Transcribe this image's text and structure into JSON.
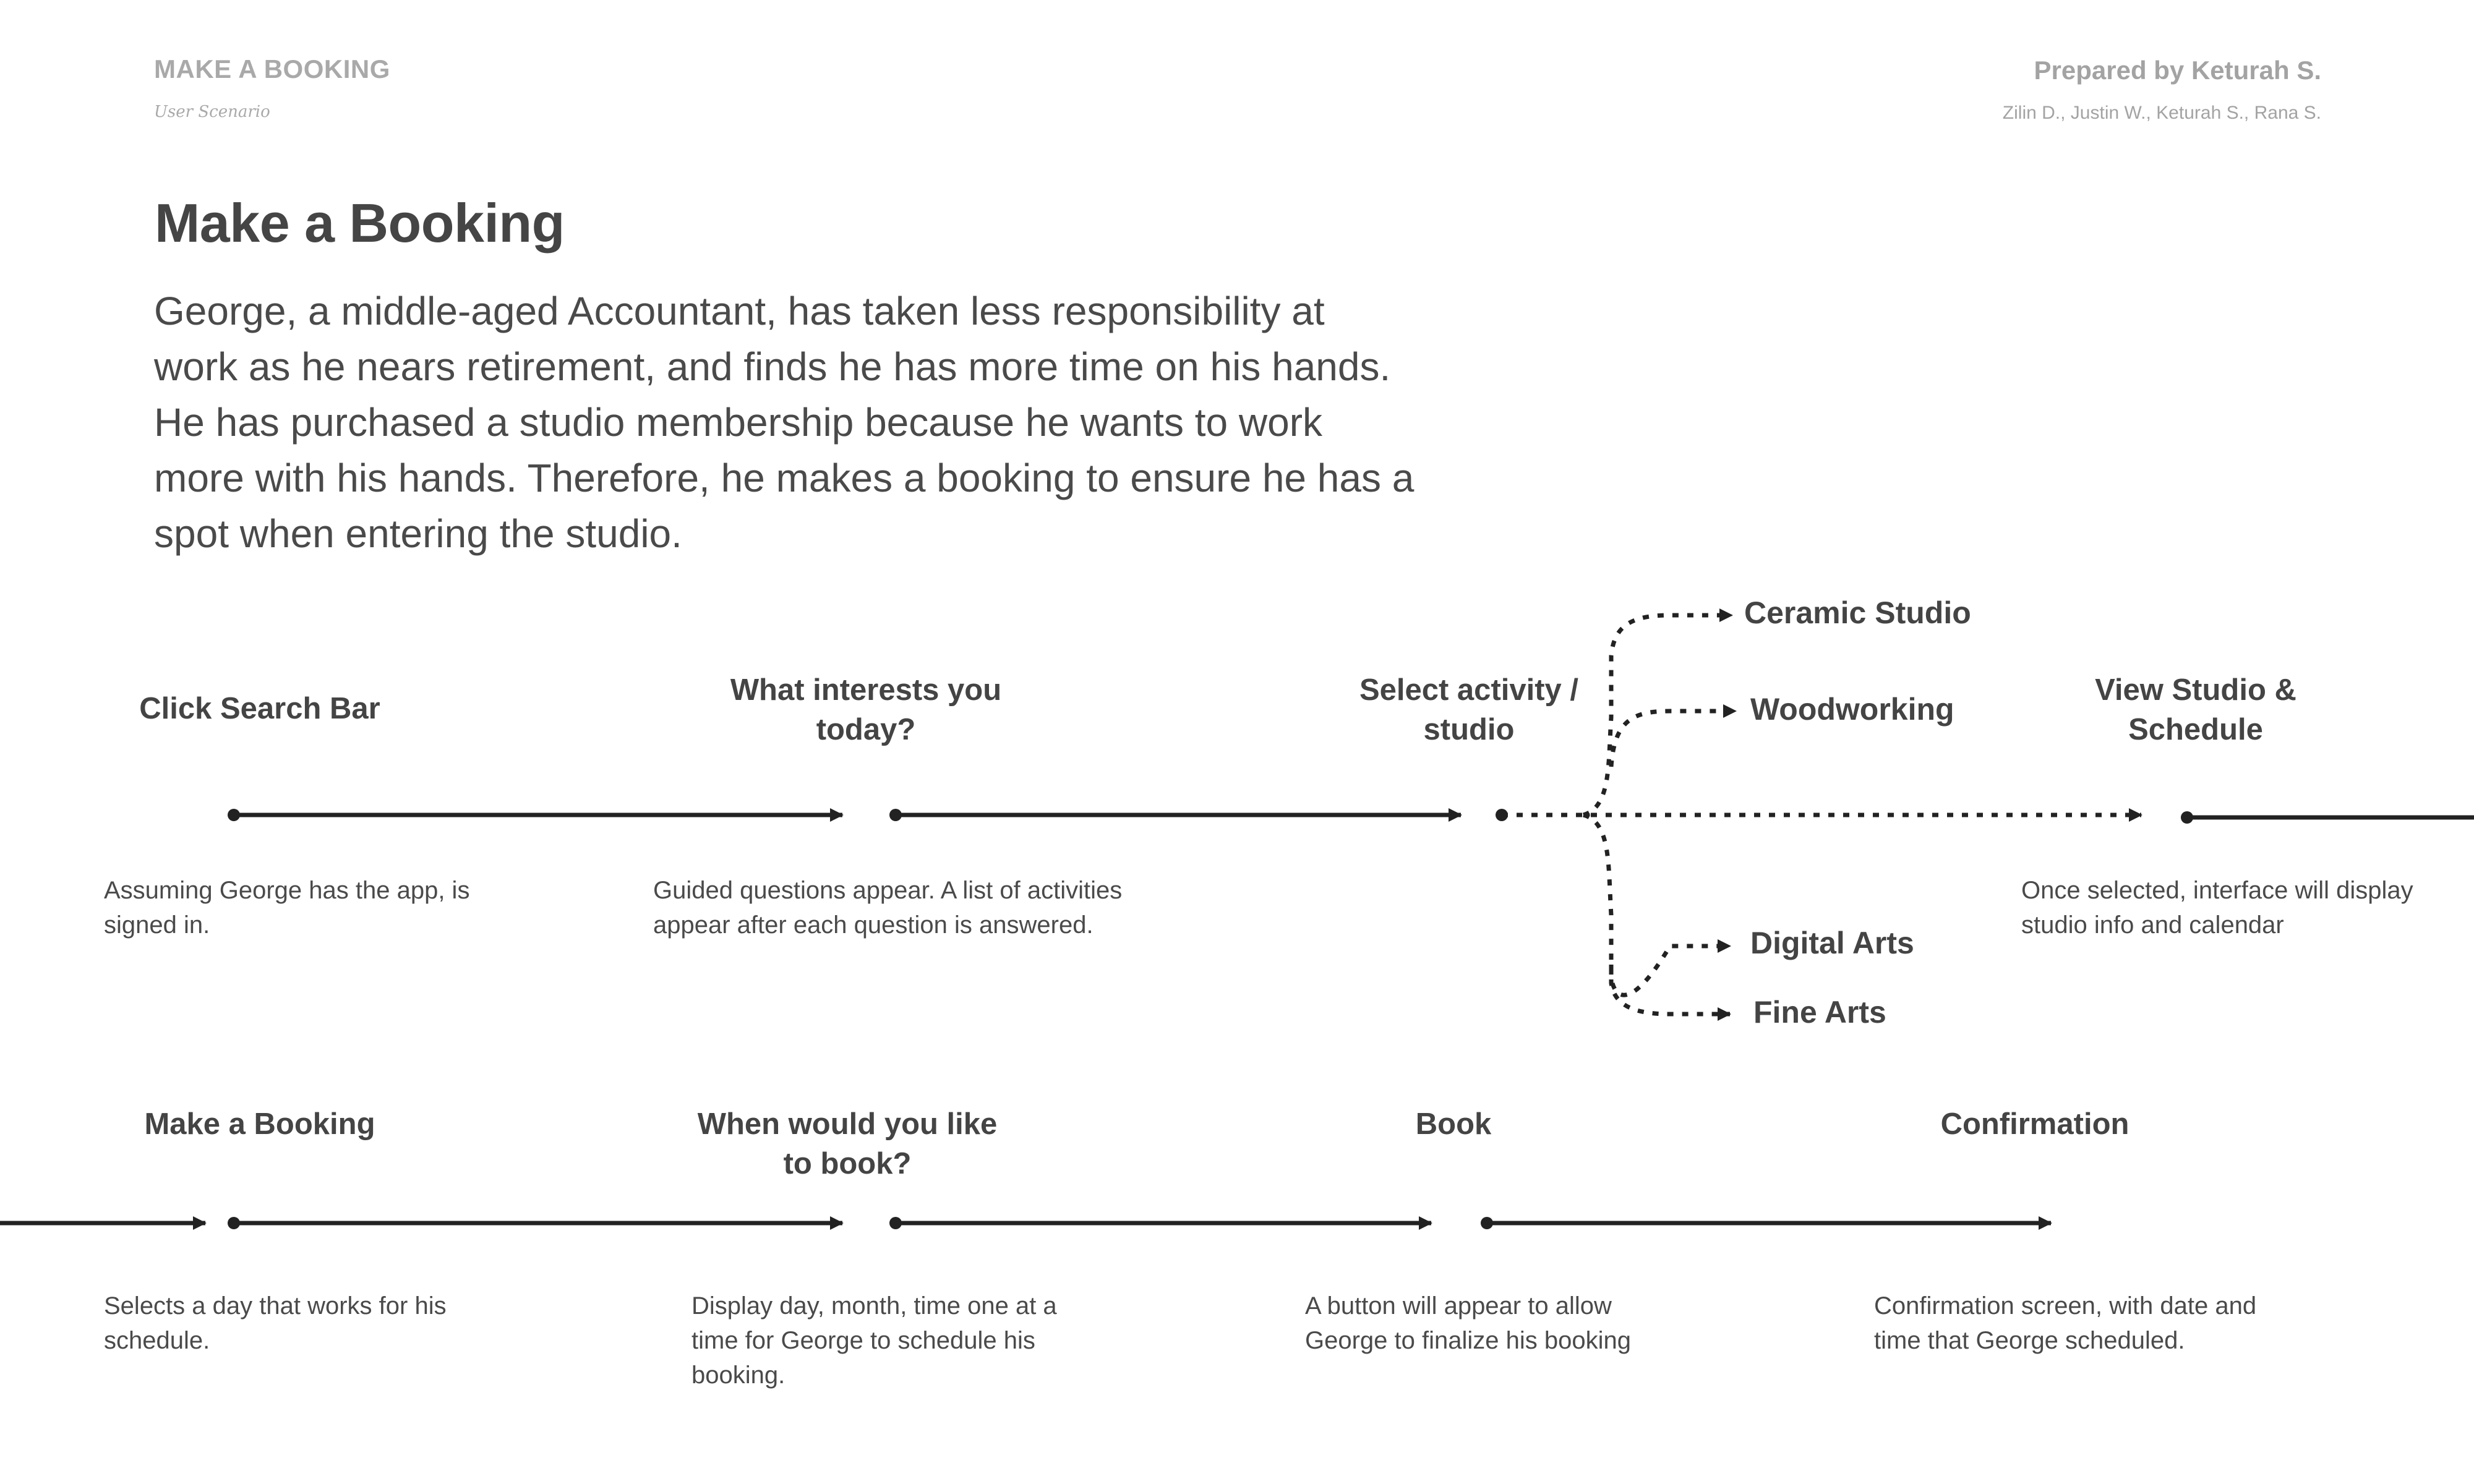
{
  "header": {
    "title": "MAKE A BOOKING",
    "subtitle": "User Scenario",
    "prepared_by": "Prepared by Keturah S.",
    "team": "Zilin D., Justin W., Keturah S., Rana S."
  },
  "page_title": "Make a Booking",
  "scenario": "George, a middle-aged Accountant, has taken less responsibility at work as he nears retirement, and finds he has more time on his hands. He has purchased a studio membership because he wants to work more with his hands. Therefore, he makes a booking to ensure he has a spot when entering the studio.",
  "row1": {
    "steps": [
      {
        "label": "Click Search Bar",
        "desc": "Assuming George has the app, is signed in."
      },
      {
        "label": "What interests you today?",
        "desc": "Guided questions appear. A list of activities appear after each question is answered."
      },
      {
        "label": "Select activity / studio",
        "desc": ""
      },
      {
        "label": "View Studio & Schedule",
        "desc": "Once selected, interface will display studio info and calendar"
      }
    ],
    "options": [
      "Ceramic Studio",
      "Woodworking",
      "Digital Arts",
      "Fine Arts"
    ]
  },
  "row2": {
    "steps": [
      {
        "label": "Make a Booking",
        "desc": "Selects a day that works for his schedule."
      },
      {
        "label": "When would you like to book?",
        "desc": "Display day, month, time one at a time for George to schedule his booking."
      },
      {
        "label": "Book",
        "desc": "A button will appear to allow George to finalize his booking"
      },
      {
        "label": "Confirmation",
        "desc": "Confirmation screen, with date and time that George scheduled."
      }
    ]
  },
  "colors": {
    "text": "#444444",
    "muted": "#a9a9a9",
    "line": "#222222"
  }
}
